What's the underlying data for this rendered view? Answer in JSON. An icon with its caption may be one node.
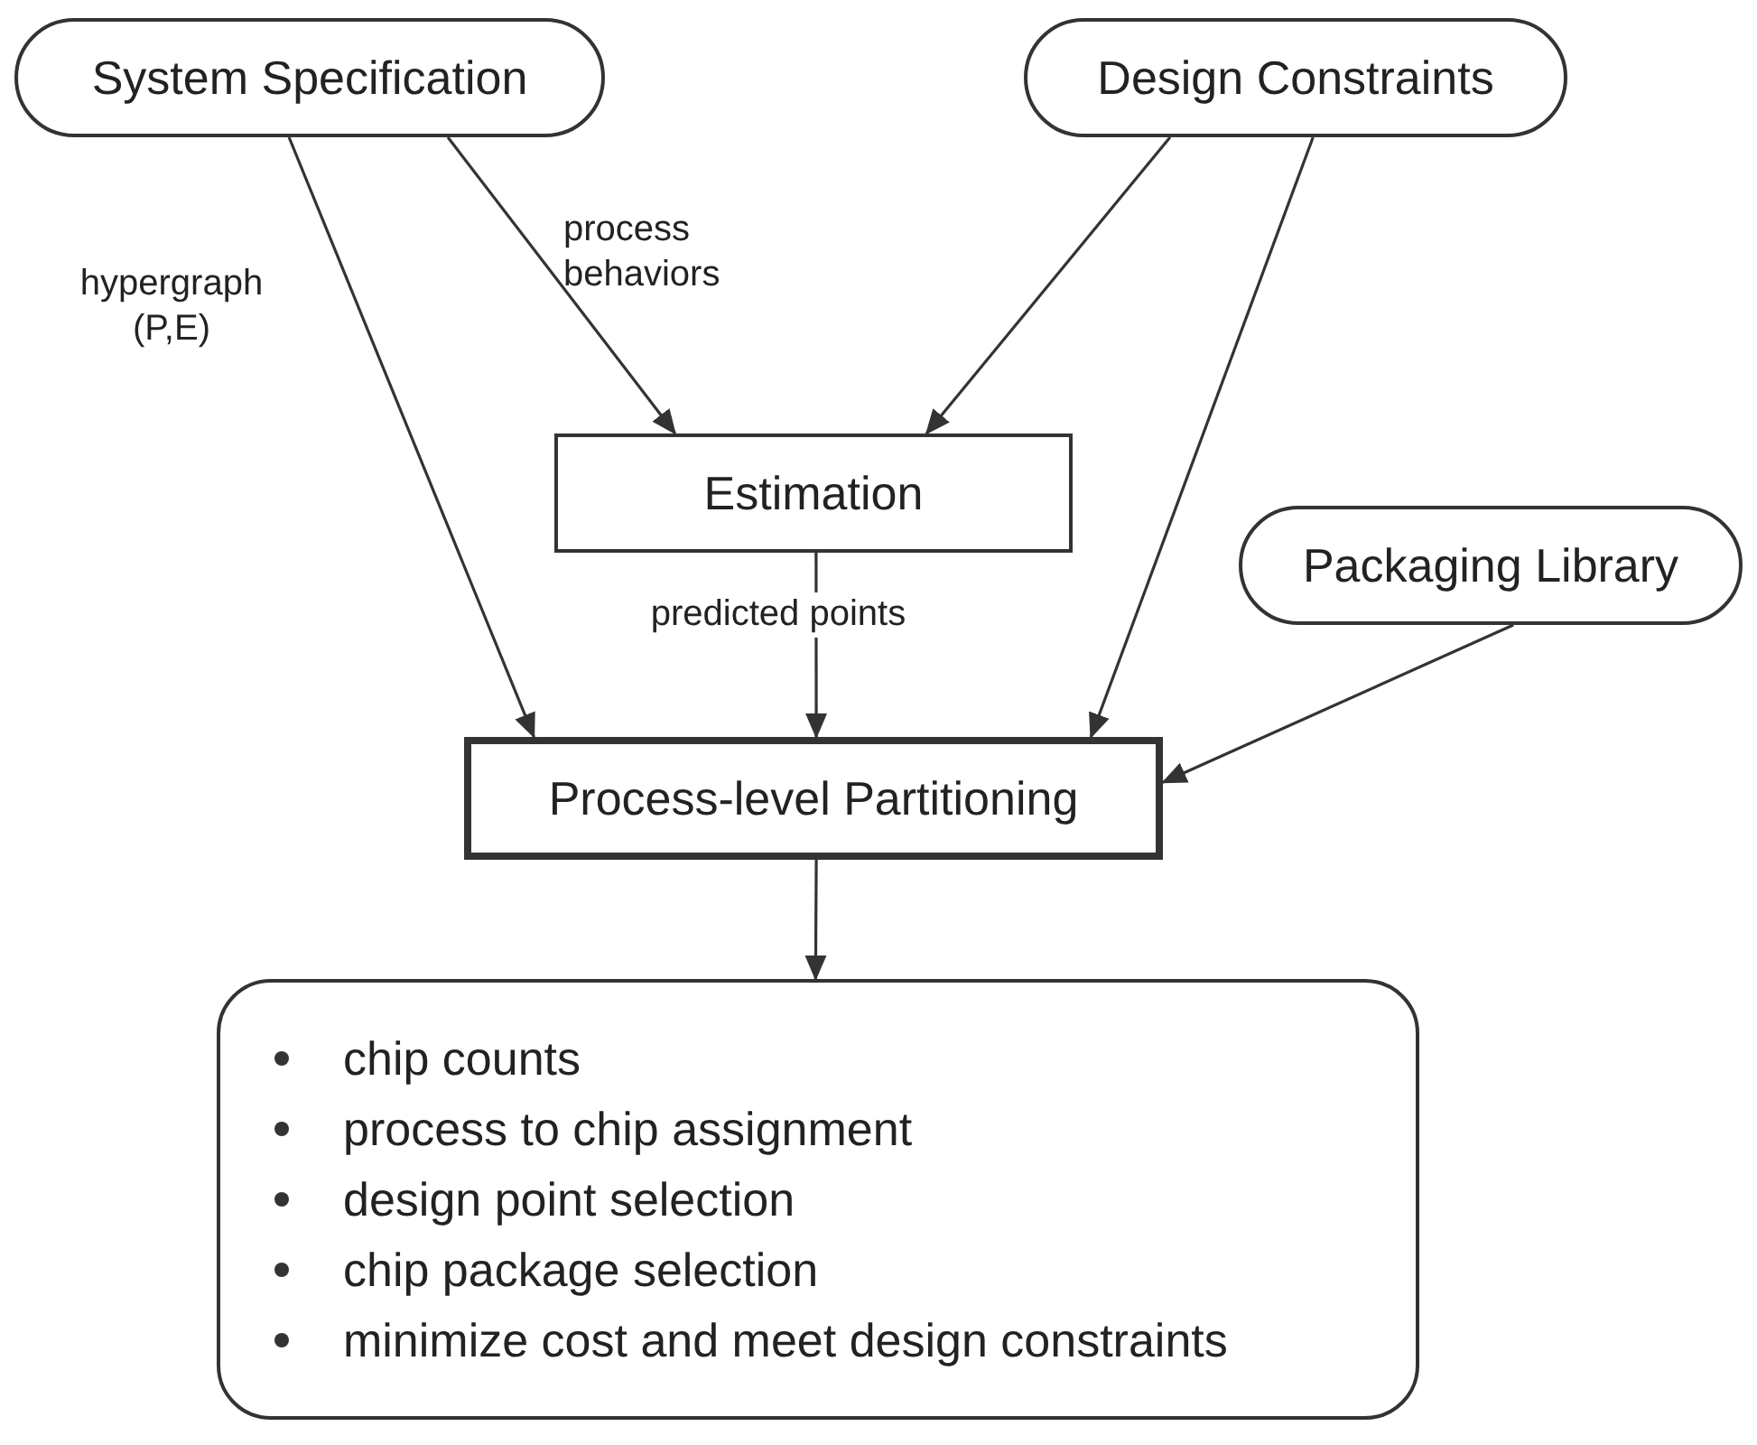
{
  "diagram": {
    "nodes": [
      {
        "text": [
          "System Specification"
        ]
      },
      {
        "text": [
          "Design Constraints"
        ]
      },
      {
        "text": [
          "Estimation"
        ]
      },
      {
        "text": [
          "Packaging Library"
        ]
      },
      {
        "text": [
          "Process-level Partitioning"
        ]
      },
      {
        "text": [
          "chip counts",
          "process to chip assignment",
          "design point selection",
          "chip package selection",
          "minimize cost and meet design constraints"
        ]
      }
    ],
    "edges": [
      {
        "from": 0,
        "to": 4,
        "arrow": "to",
        "label": "hypergraph (P,E)"
      },
      {
        "from": 0,
        "to": 2,
        "arrow": "to",
        "label": "process behaviors"
      },
      {
        "from": 1,
        "to": 2,
        "arrow": "to"
      },
      {
        "from": 1,
        "to": 4,
        "arrow": "to"
      },
      {
        "from": 2,
        "to": 4,
        "arrow": "to",
        "label": "predicted points"
      },
      {
        "from": 3,
        "to": 4,
        "arrow": "to"
      },
      {
        "from": 4,
        "to": 5,
        "arrow": "to"
      }
    ]
  }
}
